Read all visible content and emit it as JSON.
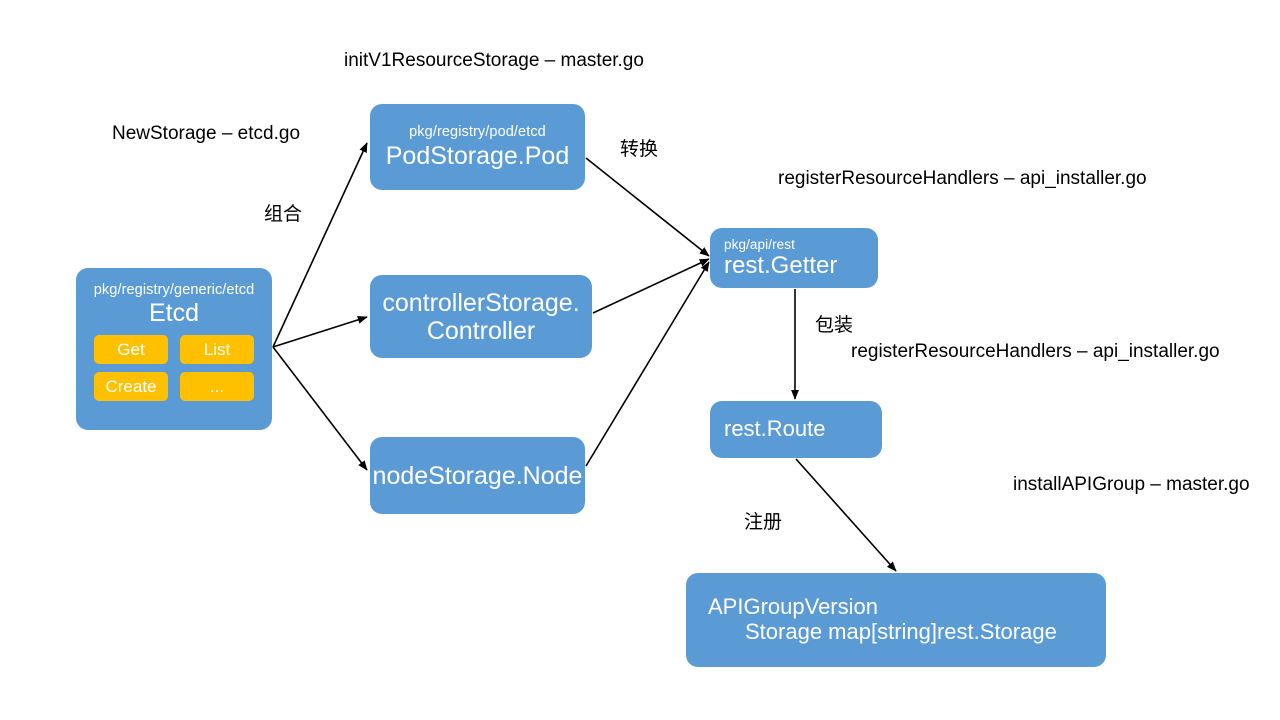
{
  "diagram": {
    "title": "Kubernetes storage registration flow",
    "colors": {
      "node_fill": "#5B9BD5",
      "op_button_fill": "#FFC000",
      "node_text": "#FFFFFF",
      "annotation_text": "#000000",
      "edge_stroke": "#000000",
      "background": "#FFFFFF"
    },
    "nodes": {
      "etcd": {
        "pkg": "pkg/registry/generic/etcd",
        "title": "Etcd",
        "operations": [
          "Get",
          "List",
          "Create",
          "..."
        ]
      },
      "podstorage": {
        "pkg": "pkg/registry/pod/etcd",
        "title": "PodStorage.Pod"
      },
      "controllerstorage": {
        "pkg": "",
        "title_line1": "controllerStorage.",
        "title_line2": "Controller"
      },
      "nodestorage": {
        "pkg": "",
        "title": "nodeStorage.Node"
      },
      "getter": {
        "pkg": "pkg/api/rest",
        "title": "rest.Getter"
      },
      "route": {
        "pkg": "",
        "title": "rest.Route"
      },
      "apigroupversion": {
        "line1": "APIGroupVersion",
        "line2": "Storage map[string]rest.Storage"
      }
    },
    "annotations": {
      "init_v1_resource_storage": "initV1ResourceStorage – master.go",
      "new_storage": "NewStorage – etcd.go",
      "register_resource_handlers_1": "registerResourceHandlers – api_installer.go",
      "register_resource_handlers_2": "registerResourceHandlers – api_installer.go",
      "install_api_group": "installAPIGroup – master.go"
    },
    "edge_labels": {
      "composition": "组合",
      "convert": "转换",
      "wrap": "包装",
      "register": "注册"
    },
    "edges": [
      {
        "from": "etcd",
        "to": "podstorage",
        "label": "组合"
      },
      {
        "from": "etcd",
        "to": "controllerstorage",
        "label": ""
      },
      {
        "from": "etcd",
        "to": "nodestorage",
        "label": ""
      },
      {
        "from": "podstorage",
        "to": "getter",
        "label": "转换"
      },
      {
        "from": "controllerstorage",
        "to": "getter",
        "label": ""
      },
      {
        "from": "nodestorage",
        "to": "getter",
        "label": ""
      },
      {
        "from": "getter",
        "to": "route",
        "label": "包装"
      },
      {
        "from": "route",
        "to": "apigroupversion",
        "label": "注册"
      }
    ]
  }
}
